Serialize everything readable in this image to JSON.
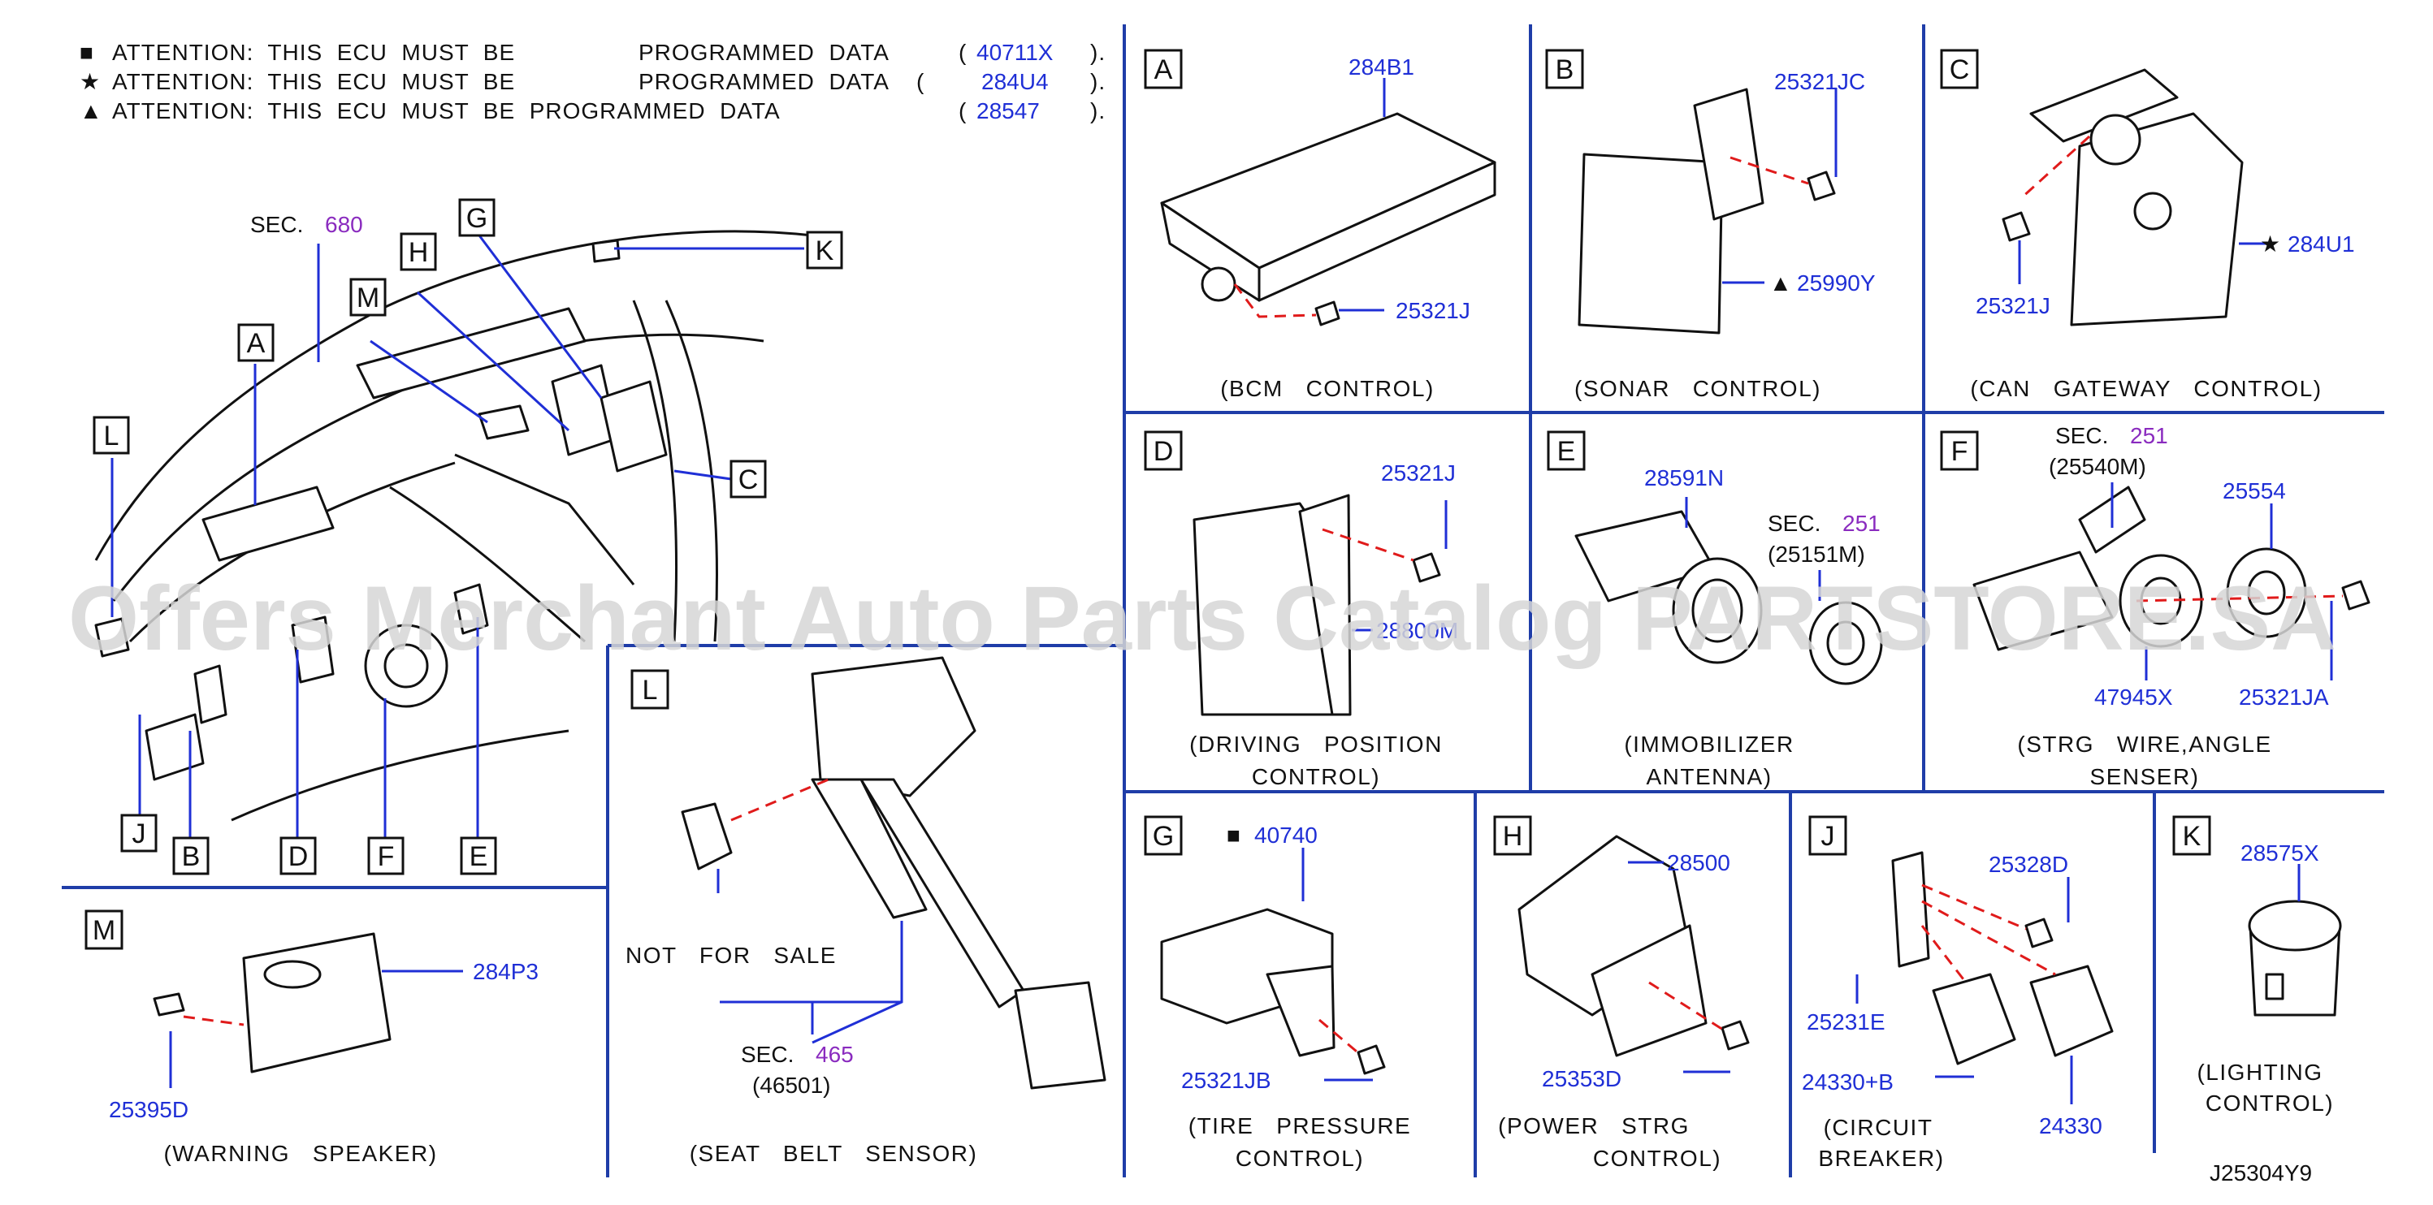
{
  "attention": [
    {
      "symbol": "■",
      "text": "ATTENTION:  THIS  ECU  MUST  BE",
      "text2": "PROGRAMMED  DATA",
      "open": "(",
      "code": "40711X",
      "close": ")."
    },
    {
      "symbol": "★",
      "text": "ATTENTION:  THIS  ECU  MUST  BE",
      "text2": "PROGRAMMED  DATA",
      "open": "(",
      "code": "284U4",
      "close": ")."
    },
    {
      "symbol": "▲",
      "text": "ATTENTION:  THIS  ECU  MUST  BE  PROGRAMMED  DATA",
      "text2": "",
      "open": "(",
      "code": "28547",
      "close": ")."
    }
  ],
  "overview": {
    "sec_label": "SEC.",
    "sec_num": "680",
    "letters": [
      "A",
      "B",
      "C",
      "D",
      "E",
      "F",
      "G",
      "H",
      "J",
      "K",
      "L",
      "M"
    ]
  },
  "panels": {
    "A": {
      "letter": "A",
      "parts": [
        "284B1",
        "25321J"
      ],
      "caption": [
        "(BCM   CONTROL)"
      ]
    },
    "B": {
      "letter": "B",
      "parts": [
        "25321JC",
        "25990Y"
      ],
      "symbol": "▲",
      "caption": [
        "(SONAR   CONTROL)"
      ]
    },
    "C": {
      "letter": "C",
      "parts": [
        "284U1",
        "25321J"
      ],
      "symbol": "★",
      "caption": [
        "(CAN   GATEWAY   CONTROL)"
      ]
    },
    "D": {
      "letter": "D",
      "parts": [
        "25321J",
        "28800M"
      ],
      "caption": [
        "(DRIVING   POSITION",
        "CONTROL)"
      ]
    },
    "E": {
      "letter": "E",
      "parts": [
        "28591N"
      ],
      "sec": "SEC.",
      "sec_num": "251",
      "sec_ref": "(25151M)",
      "caption": [
        "(IMMOBILIZER",
        "ANTENNA)"
      ]
    },
    "F": {
      "letter": "F",
      "parts": [
        "25554",
        "47945X",
        "25321JA"
      ],
      "sec": "SEC.",
      "sec_num": "251",
      "sec_ref": "(25540M)",
      "caption": [
        "(STRG   WIRE,ANGLE",
        "SENSER)"
      ]
    },
    "G": {
      "letter": "G",
      "parts": [
        "40740",
        "25321JB"
      ],
      "symbol": "■",
      "caption": [
        "(TIRE   PRESSURE",
        "CONTROL)"
      ]
    },
    "H": {
      "letter": "H",
      "parts": [
        "28500",
        "25353D"
      ],
      "caption": [
        "(POWER   STRG",
        "CONTROL)"
      ]
    },
    "J": {
      "letter": "J",
      "parts": [
        "25328D",
        "25231E",
        "24330+B",
        "24330"
      ],
      "caption": [
        "(CIRCUIT",
        "BREAKER)"
      ]
    },
    "K": {
      "letter": "K",
      "parts": [
        "28575X"
      ],
      "caption": [
        "(LIGHTING",
        "CONTROL)"
      ]
    },
    "L": {
      "letter": "L",
      "not_for_sale": "NOT   FOR   SALE",
      "sec": "SEC.",
      "sec_num": "465",
      "sec_ref": "(46501)",
      "caption": [
        "(SEAT   BELT   SENSOR)"
      ]
    },
    "M": {
      "letter": "M",
      "parts": [
        "284P3",
        "25395D"
      ],
      "caption": [
        "(WARNING   SPEAKER)"
      ]
    }
  },
  "drawing_number": "J25304Y9",
  "watermark": "Offers Merchant Auto Parts Catalog PARTSTORE.SA",
  "colors": {
    "part_number": "#1f2fd6",
    "section_number": "#8a2bbf",
    "separator": "#1f3da8",
    "fastener_path": "#e01b1b"
  }
}
